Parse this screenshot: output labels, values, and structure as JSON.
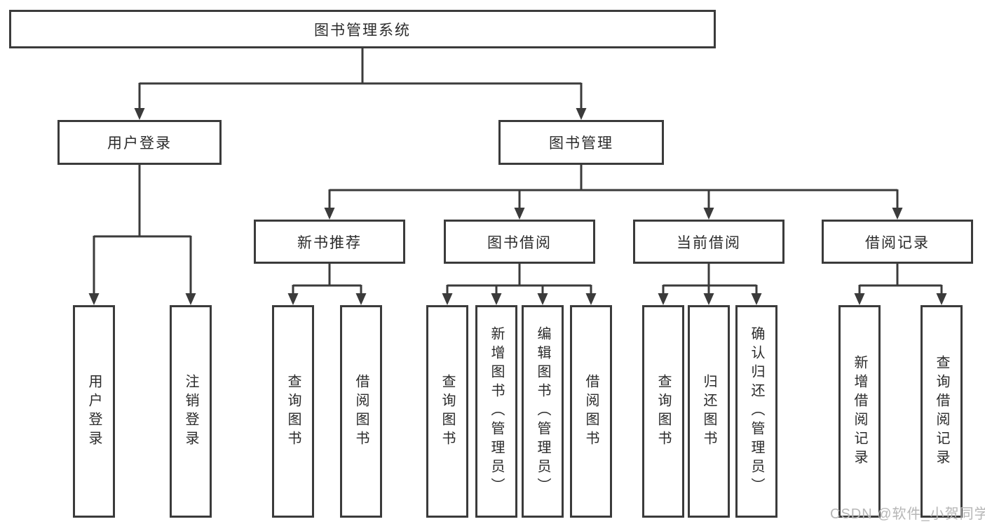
{
  "tree": {
    "label": "图书管理系统",
    "children": [
      {
        "label": "用户登录",
        "children": [
          {
            "label": "用户登录"
          },
          {
            "label": "注销登录"
          }
        ]
      },
      {
        "label": "图书管理",
        "children": [
          {
            "label": "新书推荐",
            "children": [
              {
                "label": "查询图书"
              },
              {
                "label": "借阅图书"
              }
            ]
          },
          {
            "label": "图书借阅",
            "children": [
              {
                "label": "查询图书"
              },
              {
                "label": "新增图书（管理员）"
              },
              {
                "label": "编辑图书（管理员）"
              },
              {
                "label": "借阅图书"
              }
            ]
          },
          {
            "label": "当前借阅",
            "children": [
              {
                "label": "查询图书"
              },
              {
                "label": "归还图书"
              },
              {
                "label": "确认归还（管理员）"
              }
            ]
          },
          {
            "label": "借阅记录",
            "children": [
              {
                "label": "新增借阅记录"
              },
              {
                "label": "查询借阅记录"
              }
            ]
          }
        ]
      }
    ]
  },
  "watermark": {
    "text": "CSDN @软件_小贺同学"
  },
  "colors": {
    "line": "#3b3b3b",
    "text": "#2b2b2b",
    "box_fill": "#ffffff",
    "watermark": "#b6b6b6"
  }
}
